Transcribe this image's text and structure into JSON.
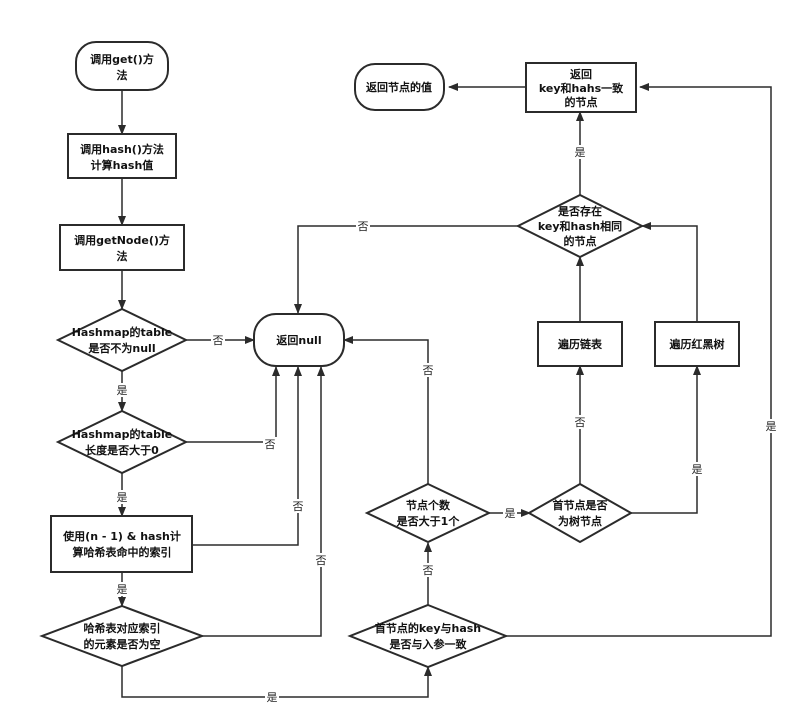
{
  "nodes": {
    "n1": [
      "调用get()方",
      "法"
    ],
    "n2": [
      "调用hash()方法",
      "计算hash值"
    ],
    "n3": [
      "调用getNode()方",
      "法"
    ],
    "d1": [
      "Hashmap的table",
      "是否不为null"
    ],
    "d2": [
      "Hashmap的table",
      "长度是否大于0"
    ],
    "n4": [
      "使用(n - 1) & hash计",
      "算哈希表命中的索引"
    ],
    "d3": [
      "哈希表对应索引",
      "的元素是否为空"
    ],
    "ret_null": [
      "返回null"
    ],
    "d4": [
      "首节点的key与hash",
      "是否与入参一致"
    ],
    "d5": [
      "节点个数",
      "是否大于1个"
    ],
    "d6": [
      "首节点是否",
      "为树节点"
    ],
    "n5": [
      "遍历链表"
    ],
    "n6": [
      "遍历红黑树"
    ],
    "d7": [
      "是否存在",
      "key和hash相同",
      "的节点"
    ],
    "n7": [
      "返回",
      "key和hahs一致",
      "的节点"
    ],
    "n8": [
      "返回节点的值"
    ]
  },
  "edge_labels": {
    "yes": "是",
    "no": "否"
  }
}
